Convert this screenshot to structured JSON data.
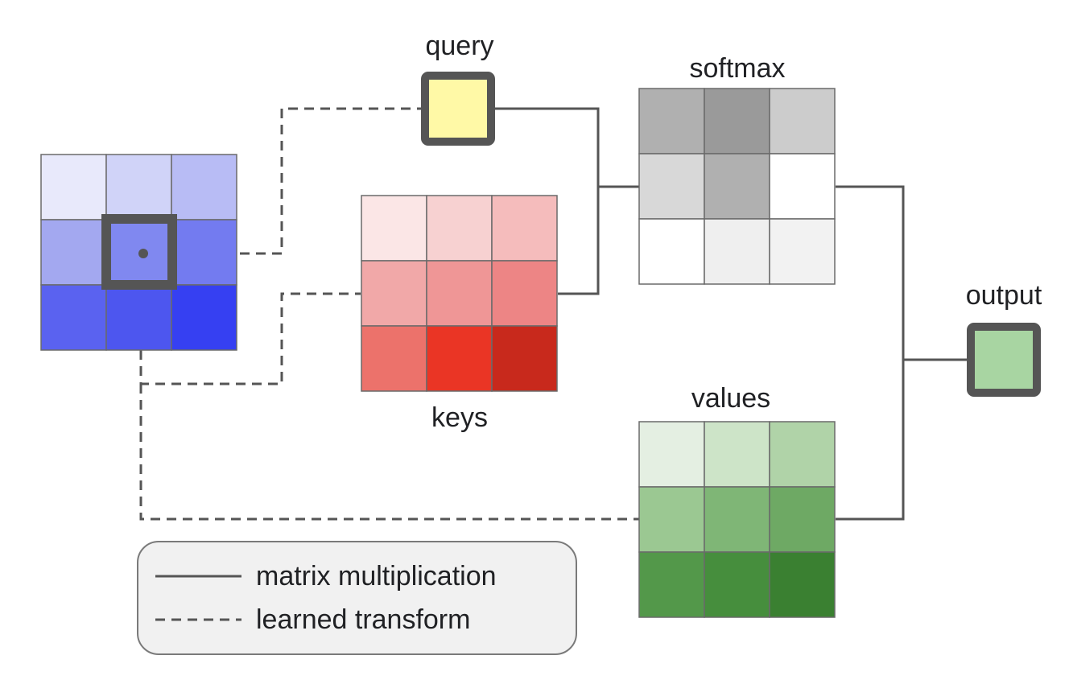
{
  "labels": {
    "query": "query",
    "keys": "keys",
    "softmax": "softmax",
    "values": "values",
    "output": "output"
  },
  "legend": {
    "solid_label": "matrix multiplication",
    "dashed_label": "learned transform"
  },
  "colors": {
    "input": [
      "#e8e9fb",
      "#d0d3f8",
      "#b8bcf5",
      "#a3a8f0",
      "#7b82f0",
      "#737bf0",
      "#5a62f0",
      "#4d56ef",
      "#3640f2"
    ],
    "keys": [
      "#fbe6e6",
      "#f7d1d1",
      "#f5bcbc",
      "#f1a8a8",
      "#ef9696",
      "#ed8585",
      "#ec726b",
      "#ea3525",
      "#c8291c"
    ],
    "softmax": [
      "#b0b0b0",
      "#9a9a9a",
      "#cccccc",
      "#d8d8d8",
      "#b0b0b0",
      "#ffffff",
      "#ffffff",
      "#efefef",
      "#f2f2f2"
    ],
    "values": [
      "#e4efe2",
      "#cde4c8",
      "#b0d3a8",
      "#9bc892",
      "#7fb676",
      "#6ea964",
      "#53984a",
      "#468e3d",
      "#3a8031"
    ],
    "query": "#fff9a6",
    "output": "#a8d5a2",
    "input_center": "#8088f0"
  }
}
